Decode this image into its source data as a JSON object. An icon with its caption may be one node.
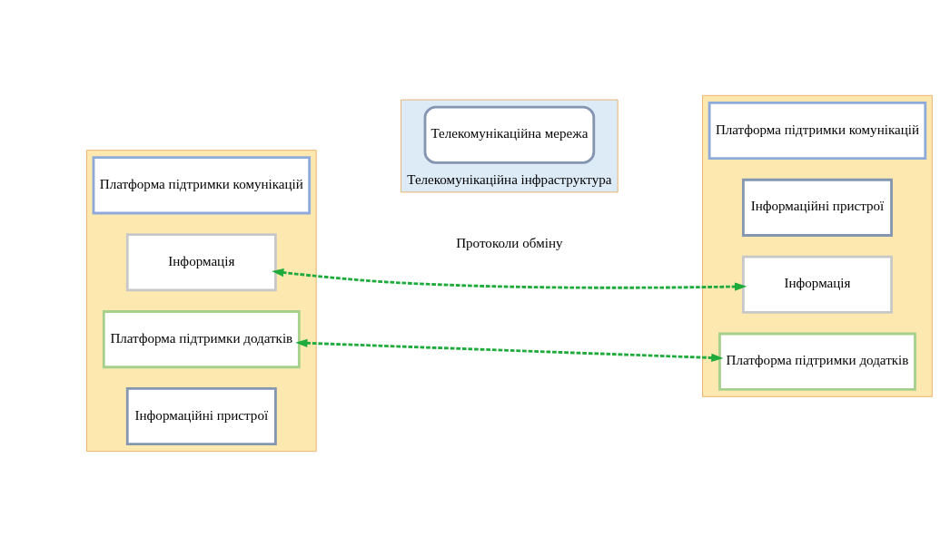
{
  "diagram": {
    "nodes": [
      {
        "text": [],
        "shape": "box"
      },
      {
        "text": [
          "Інформація"
        ],
        "in": 0
      },
      {
        "text": [
          "Платформа підтримки додатків"
        ],
        "in": 0
      },
      {
        "text": [
          "Платформа підтримки комунікацій"
        ],
        "in": 0
      },
      {
        "text": [
          "Інформаційні пристрої"
        ],
        "in": 0
      },
      {
        "text": [],
        "shape": "box"
      },
      {
        "text": [
          "Інформація"
        ],
        "in": 5
      },
      {
        "text": [
          "Платформа підтримки додатків"
        ],
        "in": 5
      },
      {
        "text": [
          "Платформа підтримки комунікацій"
        ],
        "in": 5
      },
      {
        "text": [
          "Інформаційні пристрої"
        ],
        "in": 5
      },
      {
        "text": [
          "Телекомунікаційна інфраструктура"
        ]
      },
      {
        "text": [
          "Телекомунікаційна мережа"
        ],
        "in": 10
      }
    ],
    "edges": [
      {
        "from": 1,
        "to": 6,
        "arrow": "both",
        "style": "dashed",
        "color": "#1faa3c"
      },
      {
        "from": 2,
        "to": 7,
        "arrow": "both",
        "style": "dashed",
        "color": "#1faa3c"
      }
    ],
    "labels": [
      "Протоколи обміну"
    ]
  }
}
